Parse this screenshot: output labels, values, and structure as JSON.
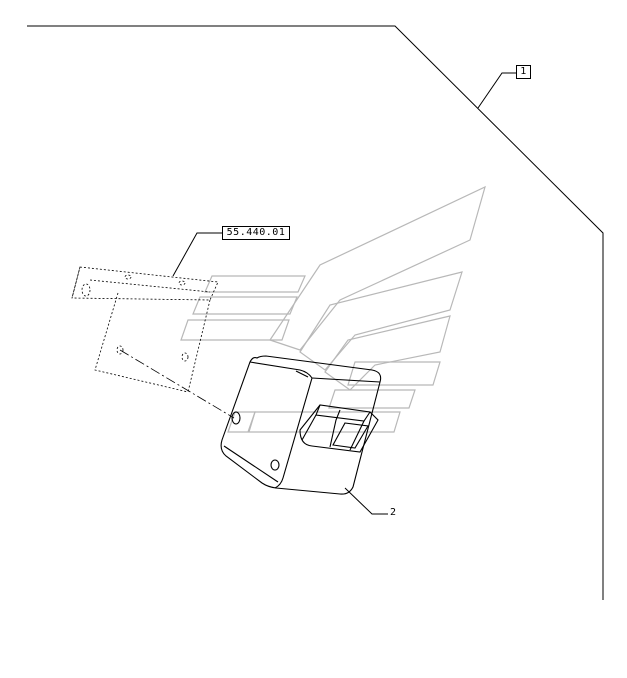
{
  "callouts": {
    "item_1": "1",
    "item_2": "2",
    "reference": "55.440.01"
  },
  "colors": {
    "line": "#000000",
    "watermark": "#b8b8b8",
    "background": "#ffffff"
  }
}
